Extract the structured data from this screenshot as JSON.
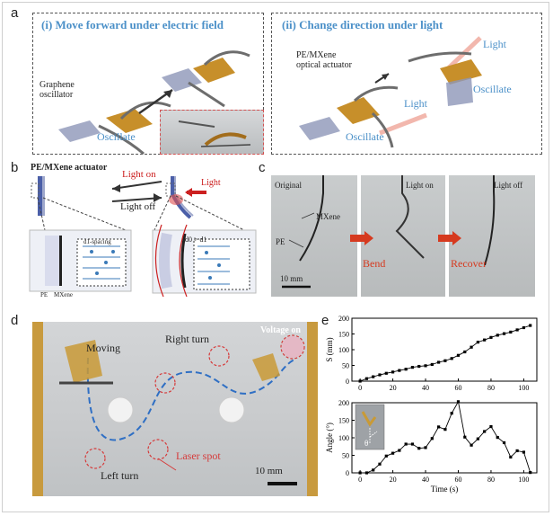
{
  "panel_labels": {
    "a": "a",
    "b": "b",
    "c": "c",
    "d": "d",
    "e": "e"
  },
  "panel_a": {
    "left_title": "(i) Move forward under electric field",
    "right_title": "(ii) Change direction under light",
    "graphene_oscillator": "Graphene\noscillator",
    "oscillate_left": "Oscillate",
    "pe_mxene_actuator": "PE/MXene\noptical actuator",
    "light_top": "Light",
    "light_mid": "Light",
    "oscillate_right_1": "Oscillate",
    "oscillate_right_2": "Oscillate"
  },
  "panel_b": {
    "title": "PE/MXene actuator",
    "light_on": "Light on",
    "light_off": "Light off",
    "light": "Light",
    "d1_spacing": "d1-spacing",
    "pe": "PE",
    "mxene": "MXene",
    "d0_d1": "d0 > d1"
  },
  "panel_c": {
    "original": "Original",
    "mxene": "MXene",
    "pe": "PE",
    "light_on": "Light on",
    "light_off": "Light off",
    "bend": "Bend",
    "recover": "Recover",
    "scale": "10 mm"
  },
  "panel_d": {
    "moving": "Moving",
    "right_turn": "Right turn",
    "voltage_on": "Voltage on",
    "laser_spot": "Laser spot",
    "left_turn": "Left turn",
    "scale": "10 mm"
  },
  "chart_data": [
    {
      "type": "line",
      "xlabel": "",
      "ylabel": "S (mm)",
      "xlim": [
        -5,
        108
      ],
      "ylim": [
        0,
        200
      ],
      "xticks": [
        "0",
        "20",
        "40",
        "60",
        "80",
        "100"
      ],
      "yticks": [
        "0",
        "50",
        "100",
        "150",
        "200"
      ],
      "x": [
        0,
        4,
        8,
        12,
        16,
        20,
        24,
        28,
        32,
        36,
        40,
        44,
        48,
        52,
        56,
        60,
        64,
        68,
        72,
        76,
        80,
        84,
        88,
        92,
        96,
        100,
        104
      ],
      "values": [
        0,
        8,
        14,
        20,
        25,
        29,
        34,
        38,
        44,
        47,
        49,
        53,
        60,
        65,
        72,
        82,
        93,
        108,
        124,
        131,
        139,
        146,
        151,
        156,
        163,
        170,
        177
      ],
      "marker": "square",
      "color": "#000000"
    },
    {
      "type": "line",
      "xlabel": "Time (s)",
      "ylabel": "Angle (°)",
      "xlim": [
        -5,
        108
      ],
      "ylim": [
        0,
        200
      ],
      "xticks": [
        "0",
        "20",
        "40",
        "60",
        "80",
        "100"
      ],
      "yticks": [
        "0",
        "50",
        "100",
        "150",
        "200"
      ],
      "x": [
        0,
        4,
        8,
        12,
        16,
        20,
        24,
        28,
        32,
        36,
        40,
        44,
        48,
        52,
        56,
        60,
        64,
        68,
        72,
        76,
        80,
        84,
        88,
        92,
        96,
        100,
        104
      ],
      "values": [
        0,
        0,
        8,
        25,
        48,
        56,
        64,
        82,
        82,
        70,
        72,
        98,
        131,
        124,
        170,
        203,
        102,
        79,
        97,
        118,
        132,
        101,
        86,
        45,
        63,
        59,
        1
      ],
      "marker": "square",
      "color": "#000000",
      "inset_label": "θ"
    }
  ]
}
